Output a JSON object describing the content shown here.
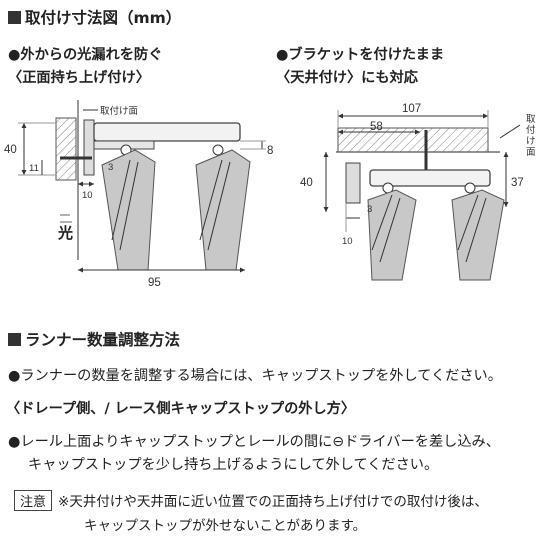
{
  "heading1": "取付け寸法図（mm）",
  "left_diagram": {
    "caption_line1": "●外からの光漏れを防ぐ",
    "caption_line2": "〈正面持ち上げ付け〉",
    "label_mount_face": "取付け面",
    "label_light": "光",
    "dims": {
      "d40": "40",
      "d11": "11",
      "d10": "10",
      "d3": "3",
      "d8": "8",
      "d95": "95"
    }
  },
  "right_diagram": {
    "caption_line1": "●ブラケットを付けたまま",
    "caption_line2": "〈天井付け〉にも対応",
    "label_mount_face": "取付け面",
    "dims": {
      "d107": "107",
      "d58": "58",
      "d40": "40",
      "d37": "37",
      "d10": "10",
      "d3": "3"
    }
  },
  "heading2": "ランナー数量調整方法",
  "para1": "●ランナーの数量を調整する場合には、キャップストップを外してください。",
  "subheading": "〈ドレープ側、/ レース側キャップストップの外し方〉",
  "para2_line1": "●レール上面よりキャップストップとレールの間に⊖ドライバーを差し込み、",
  "para2_line2": "キャップストップを少し持ち上げるようにして外してください。",
  "note_label": "注意",
  "note_line1": "※天井付けや天井面に近い位置での正面持ち上げ付けでの取付け後は、",
  "note_line2": "キャップストップが外せないことがあります。"
}
